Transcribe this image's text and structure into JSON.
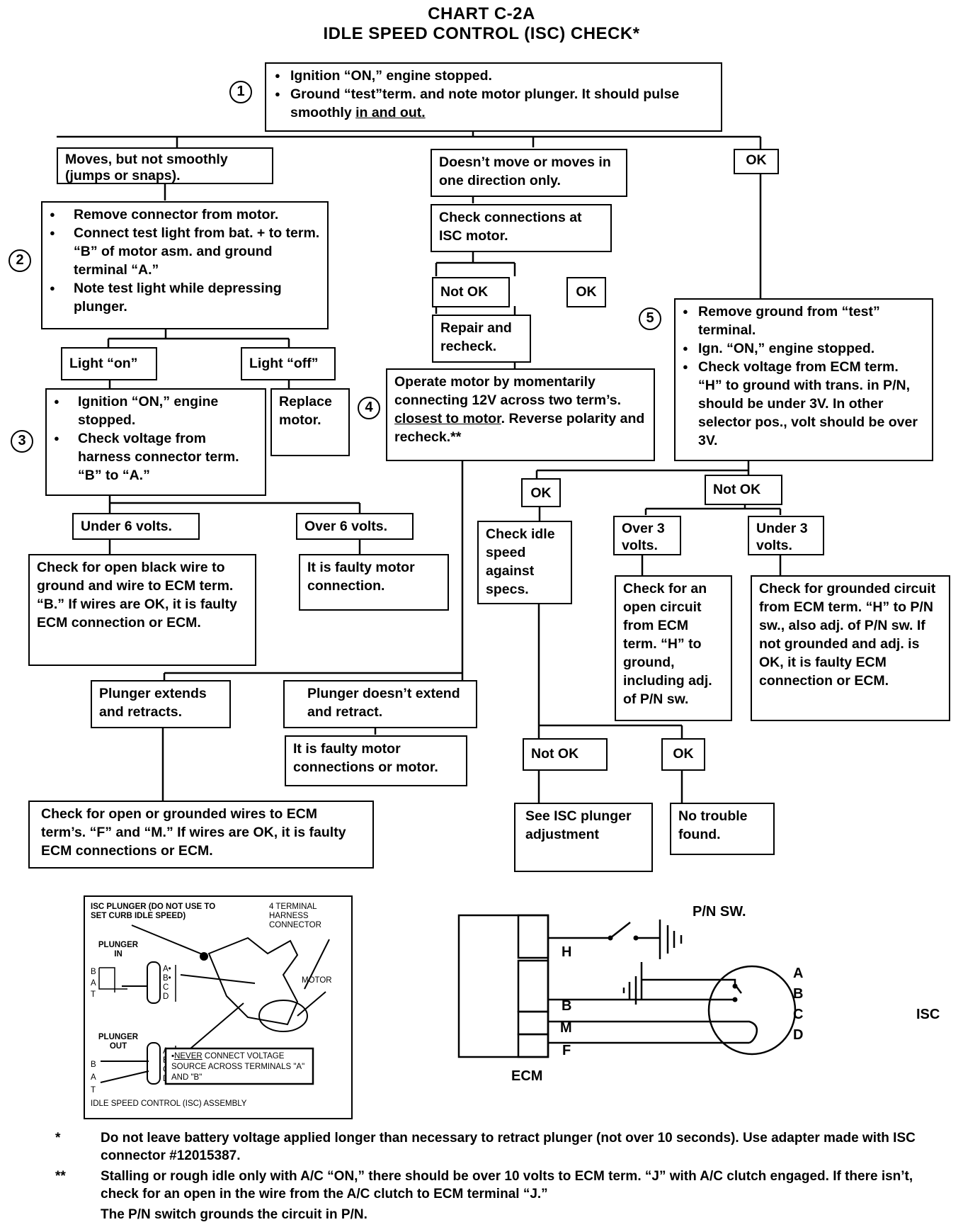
{
  "header": {
    "chart_id": "CHART C-2A",
    "title": "IDLE SPEED CONTROL (ISC) CHECK*"
  },
  "steps": {
    "s1": "1",
    "s2": "2",
    "s3": "3",
    "s4": "4",
    "s5": "5"
  },
  "flow": {
    "step1": {
      "items": [
        "Ignition “ON,” engine stopped.",
        "Ground “test”term. and note motor plunger. It should pulse smoothly "
      ],
      "underlined": "in and out."
    },
    "moves_not_smoothly": "Moves, but not smoothly (jumps or snaps).",
    "doesnt_move": "Doesn’t move or moves in one direction only.",
    "ok_top": "OK",
    "step2": {
      "items": [
        "Remove connector from motor.",
        "Connect test light from bat. + to term. “B” of motor asm. and ground terminal “A.”",
        "Note test light while depressing plunger."
      ]
    },
    "check_connections": "Check connections at ISC motor.",
    "not_ok_conn": "Not OK",
    "ok_conn": "OK",
    "repair_recheck": "Repair and recheck.",
    "light_on": "Light “on”",
    "light_off": "Light “off”",
    "replace_motor": "Replace motor.",
    "step3": {
      "items": [
        "Ignition “ON,” engine stopped.",
        "Check voltage from harness connector term. “B” to “A.”"
      ]
    },
    "step4": {
      "pre": "Operate motor by momentarily connecting 12V across two term’s. ",
      "underlined": "closest to motor",
      "post": ". Reverse polarity and recheck.**"
    },
    "step5": {
      "items": [
        "Remove ground from “test” terminal.",
        "Ign. “ON,” engine stopped.",
        "Check voltage from ECM term. “H” to ground with trans. in P/N, should be under 3V. In other selector pos., volt should be over 3V."
      ]
    },
    "under_6": "Under 6 volts.",
    "over_6": "Over 6 volts.",
    "check_black_wire": "Check for open black wire to ground and wire to ECM term. “B.” If wires are OK, it is faulty ECM connection or ECM.",
    "faulty_motor_connection": "It is faulty motor connection.",
    "ok_step5": "OK",
    "not_ok_step5": "Not OK",
    "check_idle_speed": "Check idle speed against specs.",
    "over_3": "Over 3 volts.",
    "under_3": "Under 3 volts.",
    "check_open_circuit": "Check for an open circuit from ECM term. “H” to ground, including adj. of P/N sw.",
    "check_grounded_circuit": "Check for grounded circuit from ECM term. “H” to P/N sw., also adj. of P/N sw. If not grounded and adj. is OK, it is faulty ECM connection or ECM.",
    "plunger_extends": "Plunger extends and retracts.",
    "plunger_doesnt": "Plunger doesn’t extend and retract.",
    "faulty_motor_or_conn": "It is faulty motor connections or motor.",
    "check_open_grounded_fm": "Check for open or grounded wires to ECM term’s. “F” and “M.” If wires are OK, it is faulty ECM connections or ECM.",
    "not_ok_idle": "Not OK",
    "ok_idle": "OK",
    "see_plunger_adj": "See ISC plunger adjustment",
    "no_trouble": "No trouble found."
  },
  "assembly_figure": {
    "plunger_label": "ISC PLUNGER (DO NOT USE TO SET CURB IDLE SPEED)",
    "connector_label": "4 TERMINAL HARNESS CONNECTOR",
    "motor_label": "MOTOR",
    "plunger_in": "PLUNGER IN",
    "plunger_out": "PLUNGER OUT",
    "bat_labels": [
      "B",
      "A",
      "T"
    ],
    "terminal_labels": [
      "A•",
      "B•",
      "C",
      "D"
    ],
    "warning_underlined": "NEVER",
    "warning_rest": " CONNECT VOLTAGE SOURCE ACROSS TERMINALS \"A\" AND \"B\"",
    "caption": "IDLE SPEED CONTROL (ISC) ASSEMBLY"
  },
  "wiring_diagram": {
    "ecm_label": "ECM",
    "ecm_terminals": [
      "H",
      "B",
      "M",
      "F"
    ],
    "switch_label": "P/N SW.",
    "wire_labels": [
      "A",
      "B",
      "C",
      "D"
    ],
    "isc_label": "ISC"
  },
  "footnotes": [
    "Do not leave battery voltage applied longer than necessary to retract plunger (not over 10 seconds). Use adapter made with ISC connector #12015387.",
    "Stalling or rough idle only with A/C “ON,” there should be over 10 volts to ECM term. “J” with A/C clutch engaged. If there isn’t, check for an open in the wire from the A/C clutch to ECM terminal “J.”",
    "The P/N switch grounds the circuit in P/N."
  ],
  "footnote_marks": [
    "*",
    "",
    "**"
  ]
}
